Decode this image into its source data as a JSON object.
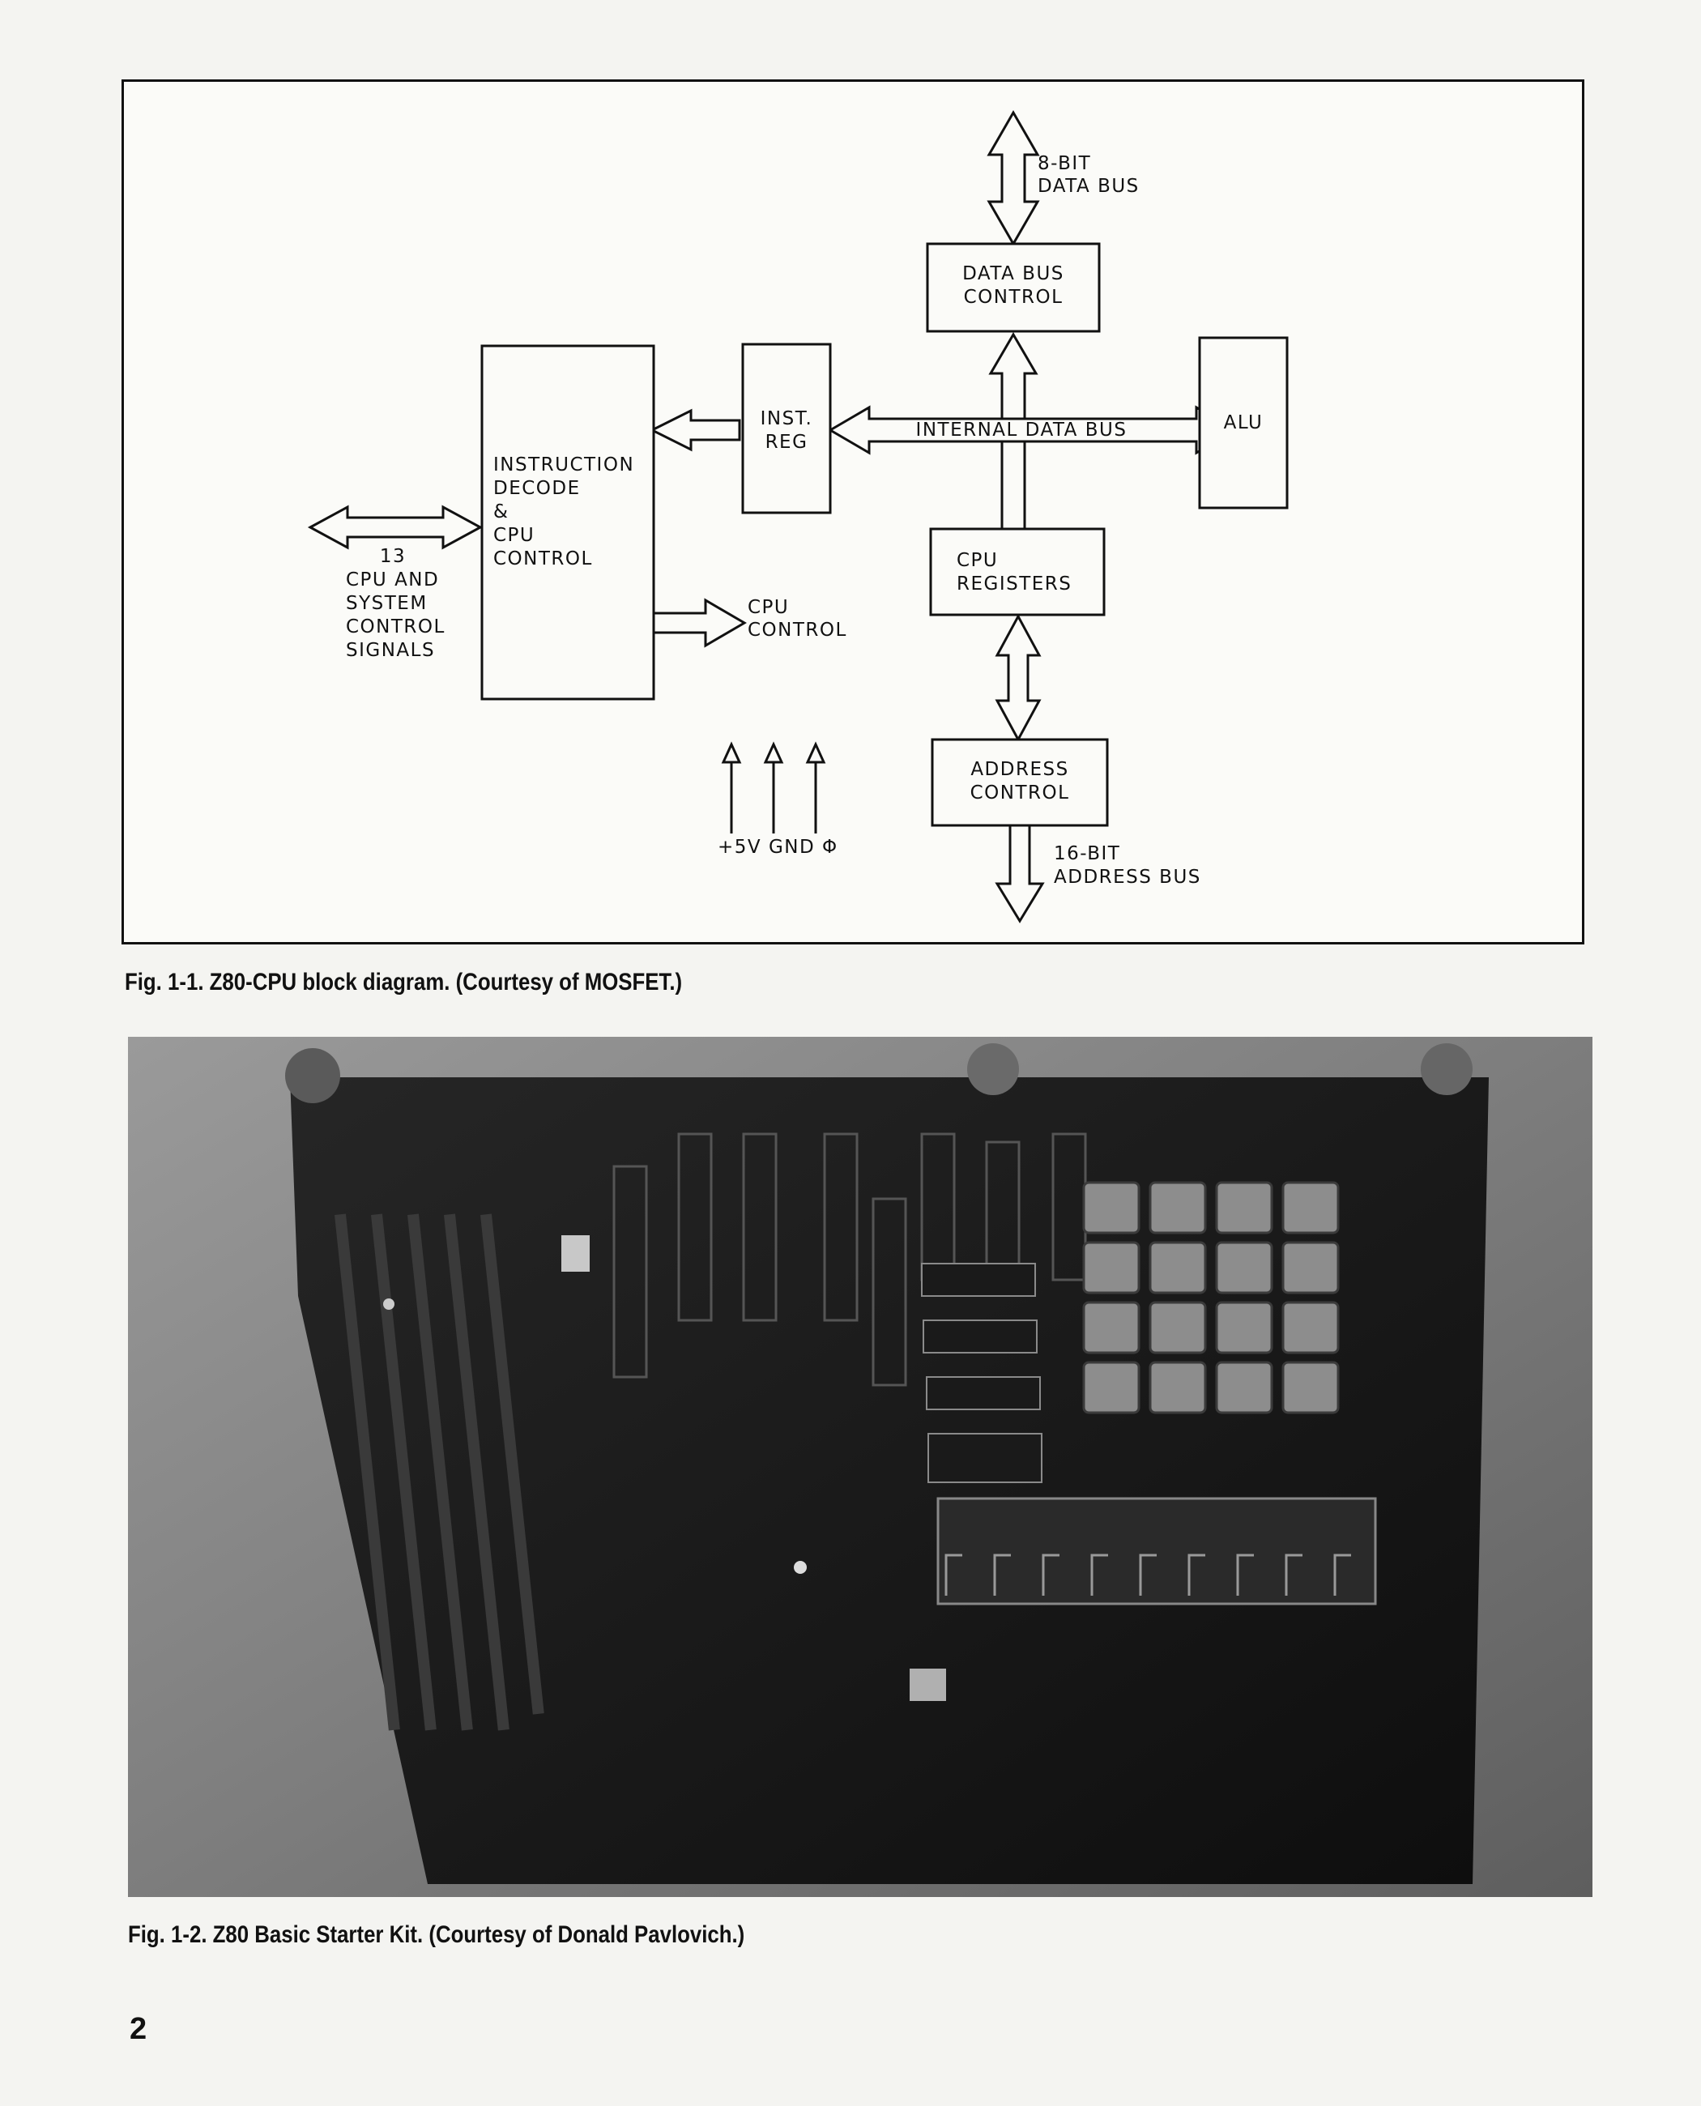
{
  "diagram": {
    "boxes": {
      "data_bus_control": [
        "DATA BUS",
        "CONTROL"
      ],
      "inst_reg": [
        "INST.",
        "REG"
      ],
      "alu": "ALU",
      "instruction_decode": [
        "INSTRUCTION",
        "DECODE",
        "&",
        "CPU",
        "CONTROL"
      ],
      "cpu_registers": [
        "CPU",
        "REGISTERS"
      ],
      "address_control": [
        "ADDRESS",
        "CONTROL"
      ]
    },
    "labels": {
      "data_bus": [
        "8-BIT",
        "DATA BUS"
      ],
      "internal_data_bus": "INTERNAL DATA BUS",
      "control_signals": [
        "13",
        "CPU AND",
        "SYSTEM",
        "CONTROL",
        "SIGNALS"
      ],
      "cpu_control_out": [
        "CPU",
        "CONTROL"
      ],
      "power_pins": "+5V GND Φ",
      "address_bus": [
        "16-BIT",
        "ADDRESS BUS"
      ]
    }
  },
  "captions": {
    "fig1": "Fig. 1-1. Z80-CPU block diagram. (Courtesy of MOSFET.)",
    "fig2": "Fig. 1-2. Z80 Basic Starter Kit. (Courtesy of Donald Pavlovich.)"
  },
  "page_number": "2"
}
